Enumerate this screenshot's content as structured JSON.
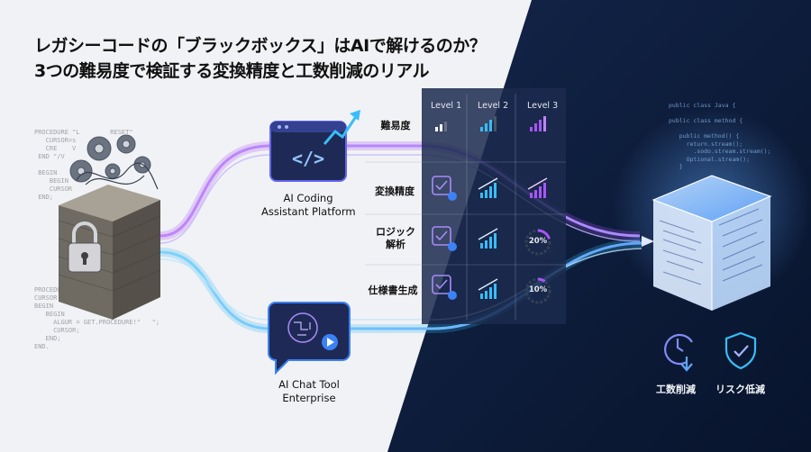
{
  "title": {
    "line1": "レガシーコードの「ブラックボックス」はAIで解けるのか？",
    "line2": "3つの難易度で検証する変換精度と工数削減のリアル"
  },
  "legacy_code": {
    "top": "PROCEDURE \"L        RESET\"\n   CURSOR=s\n   CRE    V\n END \"/V        \";\n\n BEGIN\n    BEGIN\n    CURSOR\n END;",
    "bottom": "PROCEDURE \"              ROL\";\nCURSOR KLEN\nBEGIN\n   BEGIN\n     ALGUR = GET.PROCEDURE!\"   \";\n     CURSOR;\n   END;\nEND."
  },
  "tools": {
    "coding": {
      "line1": "AI Coding",
      "line2": "Assistant Platform"
    },
    "chat": {
      "line1": "AI Chat Tool",
      "line2": "Enterprise"
    }
  },
  "table": {
    "levels": [
      "Level 1",
      "Level 2",
      "Level 3"
    ],
    "rows": [
      {
        "label": "難易度"
      },
      {
        "label": "変換精度"
      },
      {
        "label_line1": "ロジック",
        "label_line2": "解析",
        "level3_value": "20%",
        "level3_fraction": 0.2
      },
      {
        "label": "仕様書生成",
        "level3_value": "10%",
        "level3_fraction": 0.1
      }
    ]
  },
  "modern_code": {
    "lines": "public class Java {\n\npublic class method {\n\n   public method() {\n     return.stream();\n       .sodo.stream.stream();\n     Optional.stream();\n   }"
  },
  "outcomes": {
    "effort": "工数削減",
    "risk": "リスク低減"
  },
  "colors": {
    "purple_stream": "#a855f7",
    "blue_stream": "#38bdf8",
    "dark_panel": "#0f1c3a",
    "check_purple": "#8b5cf6"
  },
  "icons": [
    "padlock-icon",
    "gear-icon",
    "code-window-icon",
    "trend-arrow-icon",
    "brain-chip-icon",
    "play-icon",
    "checkbox-icon",
    "clock-icon",
    "shield-check-icon"
  ]
}
